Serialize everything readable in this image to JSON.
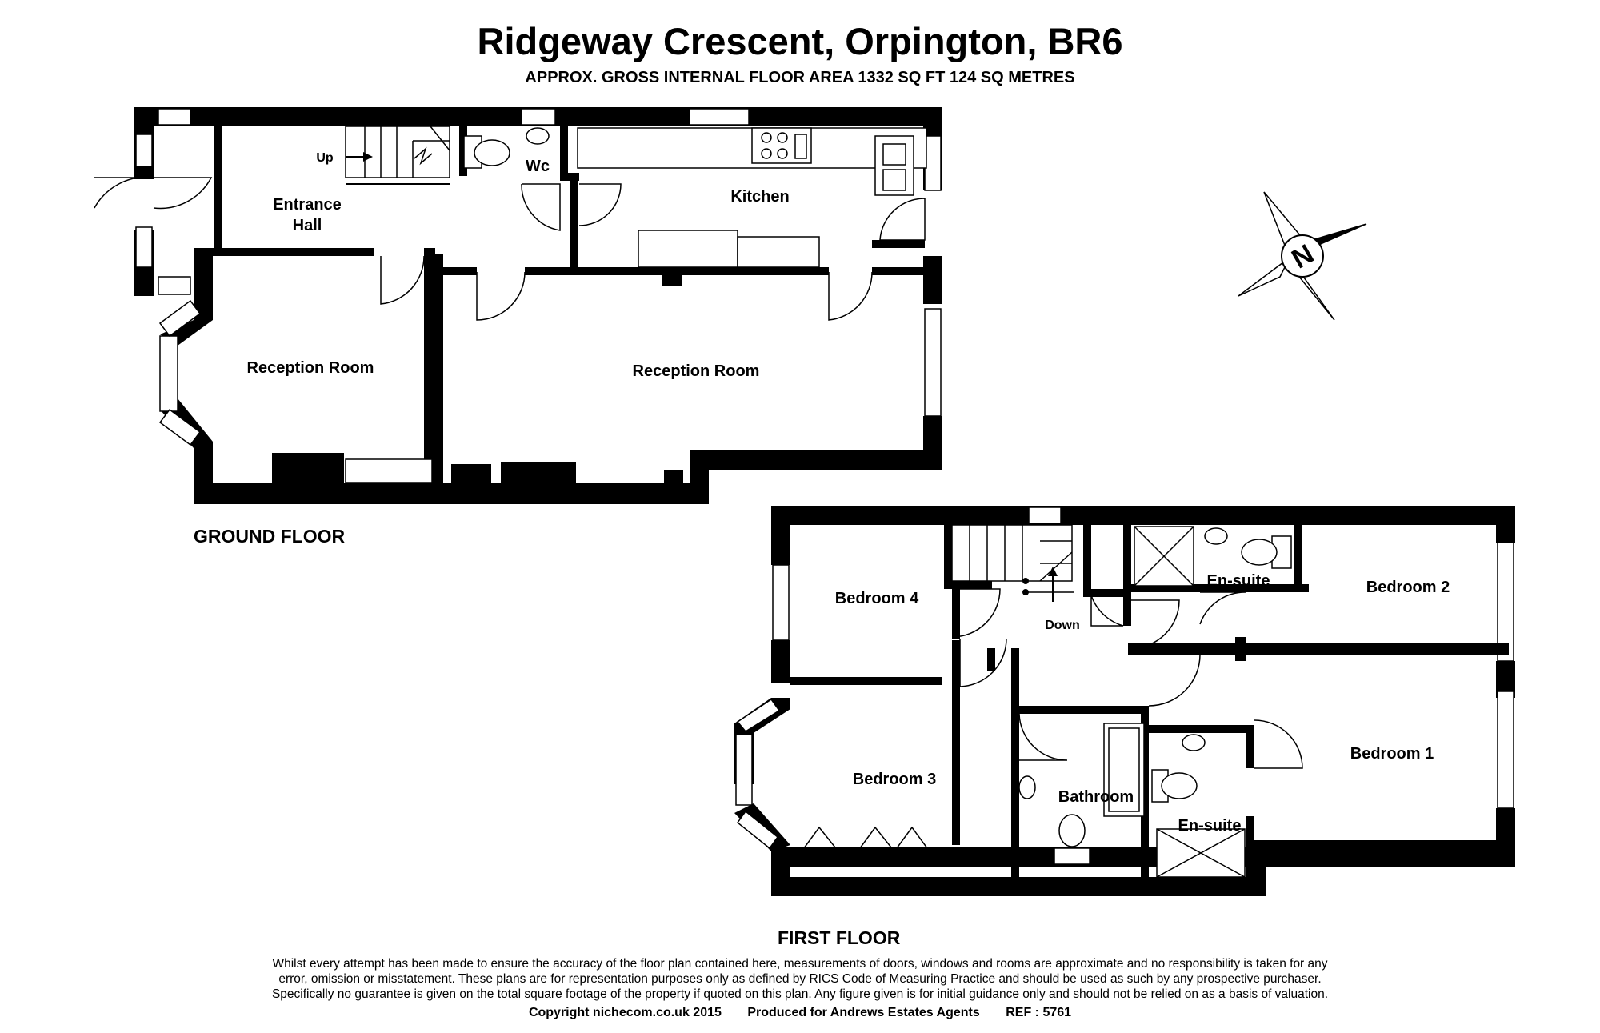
{
  "header": {
    "title": "Ridgeway Crescent, Orpington, BR6",
    "subtitle": "APPROX. GROSS INTERNAL FLOOR AREA 1332 SQ FT 124 SQ METRES"
  },
  "ground_floor": {
    "label": "GROUND FLOOR",
    "rooms": {
      "entrance_hall_line1": "Entrance",
      "entrance_hall_line2": "Hall",
      "wc": "Wc",
      "kitchen": "Kitchen",
      "reception_front": "Reception Room",
      "reception_rear": "Reception Room"
    },
    "stairs_label": "Up"
  },
  "first_floor": {
    "label": "FIRST FLOOR",
    "rooms": {
      "bedroom_1": "Bedroom 1",
      "bedroom_2": "Bedroom 2",
      "bedroom_3": "Bedroom 3",
      "bedroom_4": "Bedroom 4",
      "bathroom": "Bathroom",
      "ensuite_top": "En-suite",
      "ensuite_bottom": "En-suite"
    },
    "stairs_label": "Down"
  },
  "compass": {
    "letter": "N"
  },
  "disclaimer": {
    "line1": "Whilst every attempt has been made to ensure the accuracy of the floor plan contained here, measurements of doors, windows and rooms are approximate and no responsibility is taken for any",
    "line2": "error, omission or misstatement. These plans are for representation purposes only as defined by RICS Code of Measuring Practice and should be used as such by any prospective purchaser.",
    "line3": "Specifically no guarantee is given on the total square footage of the property if quoted on this plan. Any figure given is for initial guidance only and should not be relied on as a basis of valuation."
  },
  "footer": {
    "copyright": "Copyright nichecom.co.uk 2015",
    "produced_for": "Produced for Andrews Estates Agents",
    "ref": "REF : 5761"
  }
}
